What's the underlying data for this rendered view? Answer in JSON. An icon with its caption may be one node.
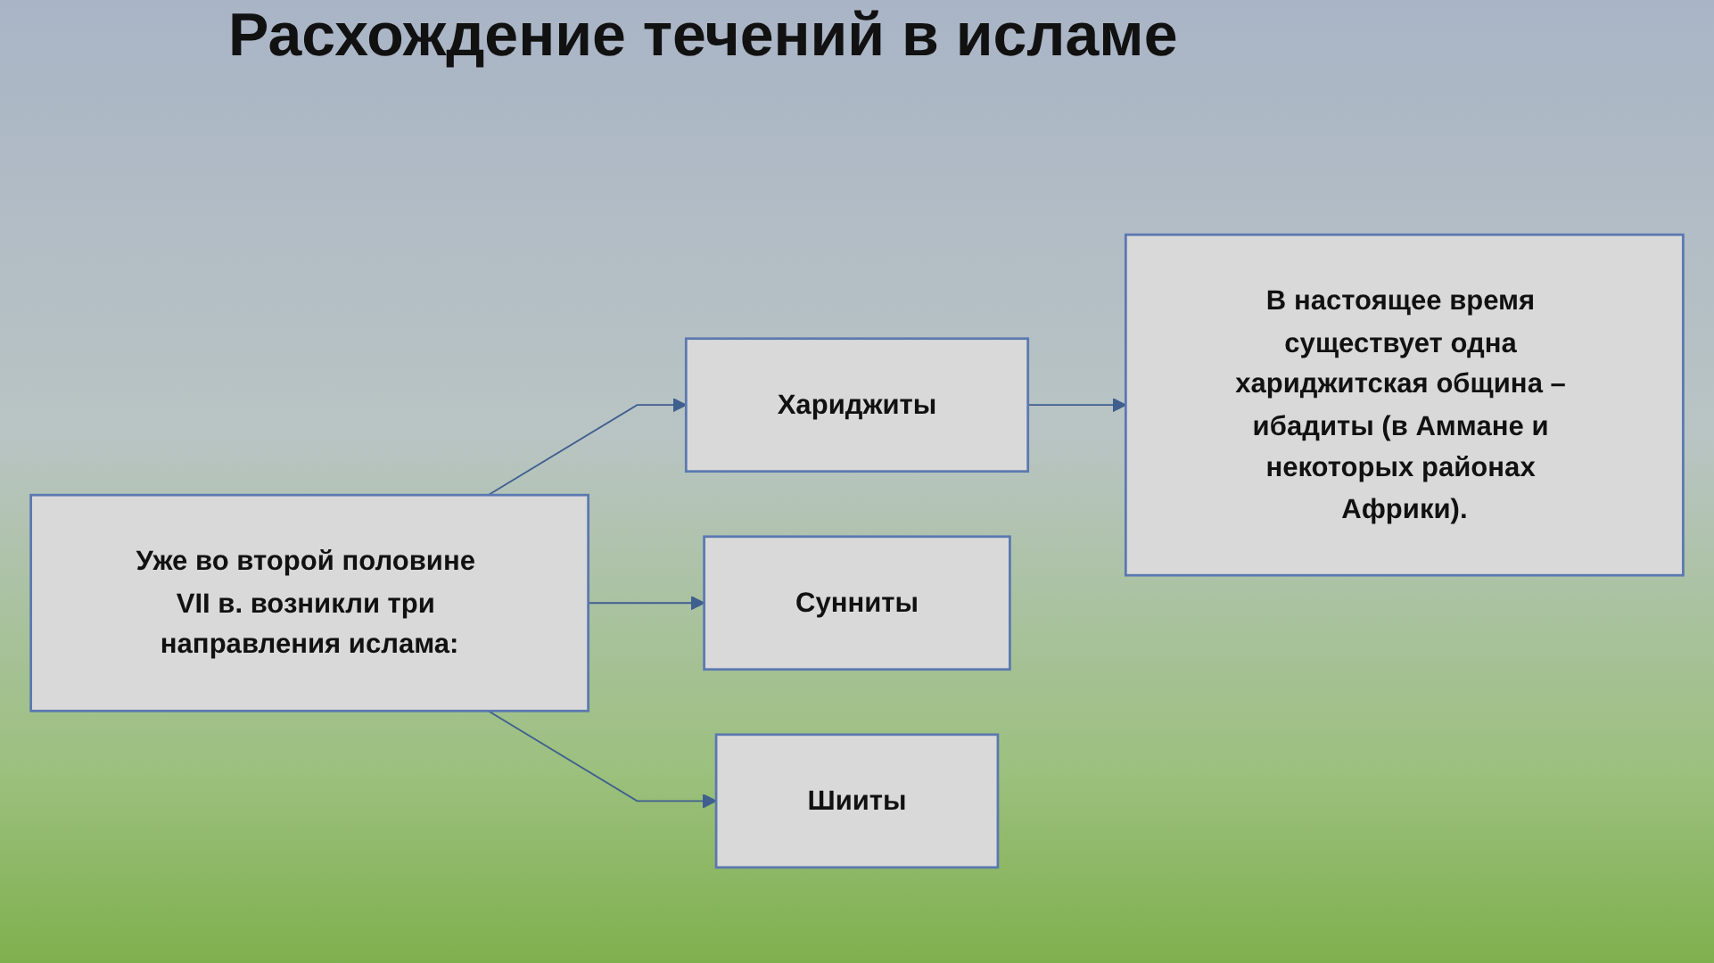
{
  "diagram": {
    "title": "Расхождение течений в исламе",
    "nodes": [
      {
        "text": [
          "Уже во второй половине VII в. возникли три направления ислама:"
        ]
      },
      {
        "text": [
          "Хариджиты"
        ]
      },
      {
        "text": [
          "Сунниты"
        ]
      },
      {
        "text": [
          "Шииты"
        ]
      },
      {
        "text": [
          "В настоящее время существует одна хариджитская община – ибадиты (в Аммане и некоторых районах Африки)."
        ]
      }
    ],
    "edges": [
      {
        "from": 0,
        "to": 1,
        "arrow": "to"
      },
      {
        "from": 0,
        "to": 2,
        "arrow": "to"
      },
      {
        "from": 0,
        "to": 3,
        "arrow": "to"
      },
      {
        "from": 1,
        "to": 4,
        "arrow": "to"
      }
    ]
  }
}
